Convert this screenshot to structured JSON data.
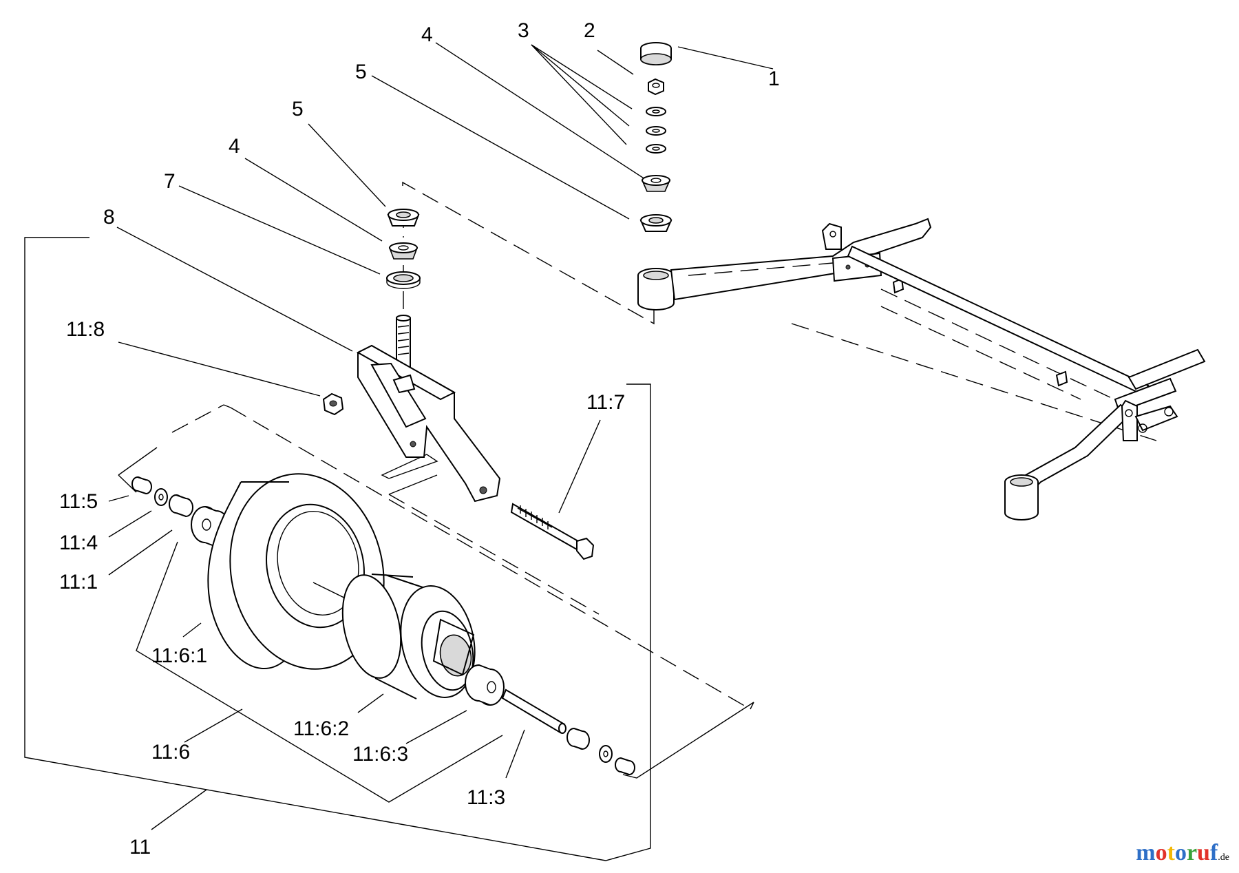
{
  "diagram": {
    "callouts": [
      {
        "id": "c1",
        "text": "1"
      },
      {
        "id": "c2",
        "text": "2"
      },
      {
        "id": "c3",
        "text": "3"
      },
      {
        "id": "c4a",
        "text": "4"
      },
      {
        "id": "c5a",
        "text": "5"
      },
      {
        "id": "c5b",
        "text": "5"
      },
      {
        "id": "c4b",
        "text": "4"
      },
      {
        "id": "c7",
        "text": "7"
      },
      {
        "id": "c8",
        "text": "8"
      },
      {
        "id": "c118",
        "text": "11:8"
      },
      {
        "id": "c117",
        "text": "11:7"
      },
      {
        "id": "c115",
        "text": "11:5"
      },
      {
        "id": "c114",
        "text": "11:4"
      },
      {
        "id": "c111",
        "text": "11:1"
      },
      {
        "id": "c1161",
        "text": "11:6:1"
      },
      {
        "id": "c1162",
        "text": "11:6:2"
      },
      {
        "id": "c116",
        "text": "11:6"
      },
      {
        "id": "c1163",
        "text": "11:6:3"
      },
      {
        "id": "c113",
        "text": "11:3"
      },
      {
        "id": "c11",
        "text": "11"
      }
    ]
  },
  "watermark": {
    "brand": "motoruf",
    "domain": ".de",
    "colors": [
      "#2e6fc7",
      "#e2322b",
      "#f2b705",
      "#2e6fc7",
      "#3aa33b",
      "#e2322b",
      "#2e6fc7"
    ]
  }
}
